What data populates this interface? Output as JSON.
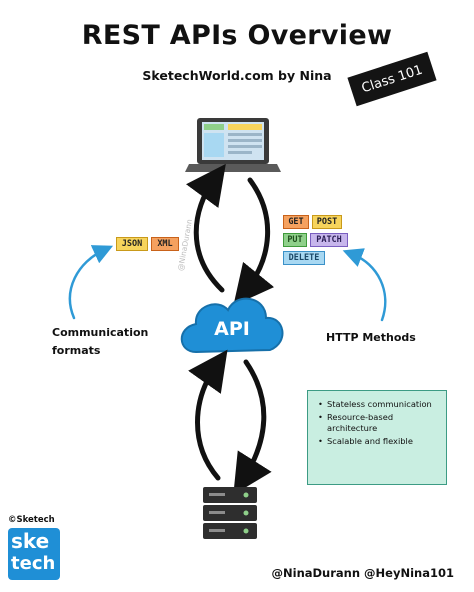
{
  "header": {
    "title": "REST APIs Overview",
    "subtitle": "SketechWorld.com by Nina",
    "badge": "Class 101"
  },
  "formats": {
    "tags": [
      "JSON",
      "XML"
    ],
    "label_line1": "Communication",
    "label_line2": "formats"
  },
  "methods": {
    "tags": [
      "GET",
      "POST",
      "PUT",
      "PATCH",
      "DELETE"
    ],
    "label": "HTTP Methods"
  },
  "center": {
    "api_label": "API",
    "watermark": "@NinaDurann"
  },
  "features": [
    "Stateless communication",
    "Resource-based architecture",
    "Scalable and flexible"
  ],
  "footer": {
    "copyright": "©Sketech",
    "logo_text_top": "ske",
    "logo_text_bottom": "tech",
    "credits": "@NinaDurann @HeyNina101"
  },
  "colors": {
    "api_cloud": "#1f8fd6",
    "arrow_accent": "#2f9ad6",
    "features_bg": "#c9eee1",
    "laptop_screen": "#cfe3f1"
  },
  "icons": [
    "laptop-icon",
    "cloud-icon",
    "server-icon",
    "arrow-icon"
  ]
}
